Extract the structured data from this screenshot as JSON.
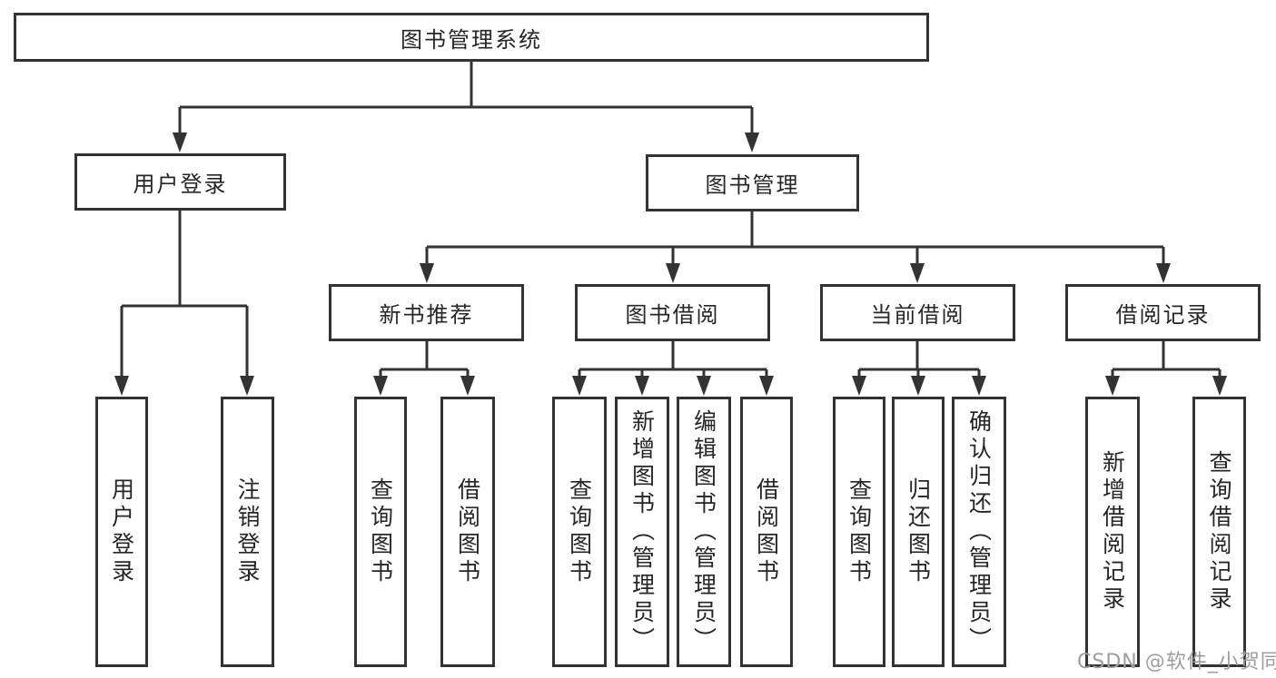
{
  "tree": {
    "label": "图书管理系统",
    "children": [
      {
        "label": "用户登录",
        "children": [
          {
            "label": "用户登录"
          },
          {
            "label": "注销登录"
          }
        ]
      },
      {
        "label": "图书管理",
        "children": [
          {
            "label": "新书推荐",
            "children": [
              {
                "label": "查询图书"
              },
              {
                "label": "借阅图书"
              }
            ]
          },
          {
            "label": "图书借阅",
            "children": [
              {
                "label": "查询图书"
              },
              {
                "label": "新增图书（管理员）"
              },
              {
                "label": "编辑图书（管理员）"
              },
              {
                "label": "借阅图书"
              }
            ]
          },
          {
            "label": "当前借阅",
            "children": [
              {
                "label": "查询图书"
              },
              {
                "label": "归还图书"
              },
              {
                "label": "确认归还（管理员）"
              }
            ]
          },
          {
            "label": "借阅记录",
            "children": [
              {
                "label": "新增借阅记录"
              },
              {
                "label": "查询借阅记录"
              }
            ]
          }
        ]
      }
    ]
  },
  "watermark": {
    "text": "CSDN @软件_小贺同学"
  },
  "colors": {
    "line": "#333333",
    "text": "#262626",
    "background": "#ffffff",
    "watermark": "#9e9e9e"
  }
}
